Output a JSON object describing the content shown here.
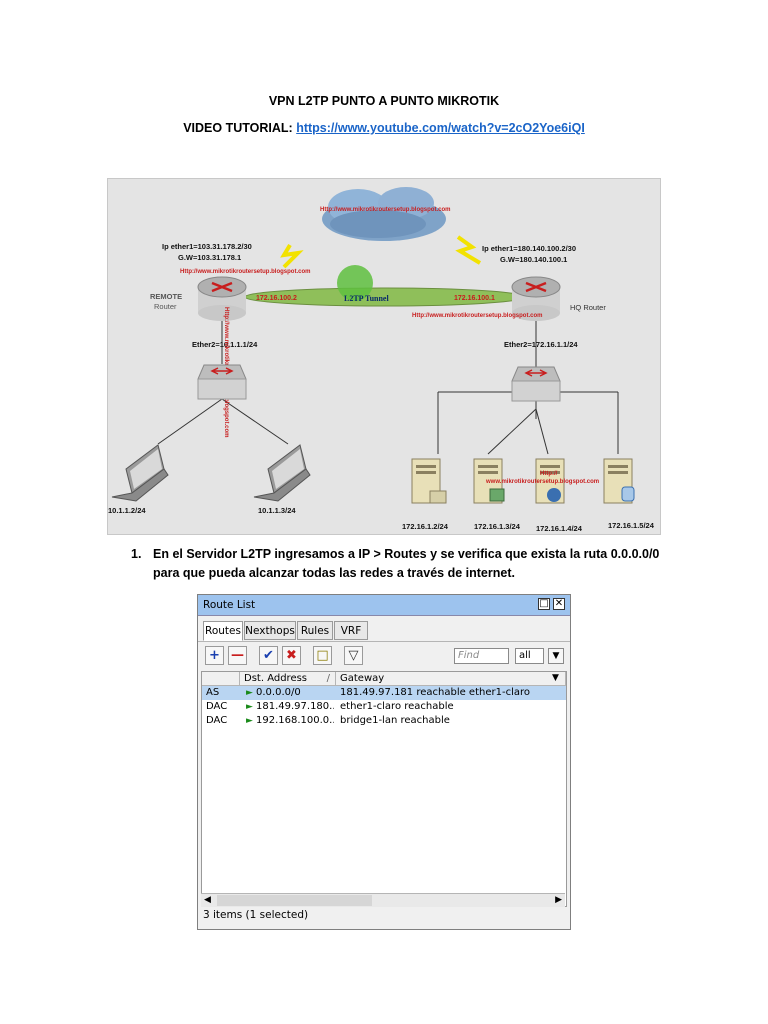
{
  "doc": {
    "title": "VPN L2TP PUNTO A PUNTO MIKROTIK",
    "video_label": "VIDEO TUTORIAL:",
    "video_link": "https://www.youtube.com/watch?v=2cO2Yoe6iQI",
    "step_number": "1.",
    "step_text": "En el Servidor L2TP ingresamos a IP > Routes y se verifica que exista la ruta 0.0.0.0/0 para que pueda alcanzar todas las redes a través de internet."
  },
  "diagram": {
    "blog_url": "Http://www.mikrotikroutersetup.blogspot.com",
    "blog_url_left": "Http://www.mikrotikroutersetup.blogspot.com",
    "blog_url_right": "Http://www.mikrotikroutersetup.blogspot.com",
    "blog_url_vertical": "Http://www.mikrotikroutersetup.blogspot.com",
    "remote_ip": "Ip ether1=103.31.178.2/30",
    "remote_gw": "G.W=103.31.178.1",
    "hq_ip": "Ip ether1=180.140.100.2/30",
    "hq_gw": "G.W=180.140.100.1",
    "remote_label_1": "REMOTE",
    "remote_label_2": "Router",
    "hq_label": "HQ Router",
    "tunnel_label": "L2TP Tunnel",
    "tunnel_left_ip": "172.16.100.2",
    "tunnel_right_ip": "172.16.100.1",
    "remote_ether2": "Ether2=10.1.1.1/24",
    "hq_ether2": "Ether2=172.16.1.1/24",
    "client1": "10.1.1.2/24",
    "client2": "10.1.1.3/24",
    "server1": "172.16.1.2/24",
    "server2": "172.16.1.3/24",
    "server3": "172.16.1.4/24",
    "server4": "172.16.1.5/24",
    "server3_tag": "Http://",
    "server_blog_url": "www.mikrotikroutersetup.blogspot.com"
  },
  "window": {
    "title": "Route List",
    "tabs": [
      "Routes",
      "Nexthops",
      "Rules",
      "VRF"
    ],
    "find_placeholder": "Find",
    "filter_value": "all",
    "columns": [
      "",
      "Dst. Address",
      "/",
      "Gateway"
    ],
    "rows": [
      {
        "flags": "AS",
        "dst": "0.0.0.0/0",
        "gateway": "181.49.97.181 reachable ether1-claro",
        "selected": true
      },
      {
        "flags": "DAC",
        "dst": "181.49.97.180...",
        "gateway": "ether1-claro reachable",
        "selected": false
      },
      {
        "flags": "DAC",
        "dst": "192.168.100.0...",
        "gateway": "bridge1-lan reachable",
        "selected": false
      }
    ],
    "status": "3 items (1 selected)"
  },
  "icons": [
    "add-icon",
    "remove-icon",
    "enable-check-icon",
    "disable-x-icon",
    "comment-icon",
    "filter-icon",
    "restore-icon",
    "close-icon",
    "dropdown-arrow-icon",
    "scroll-left-icon",
    "scroll-right-icon"
  ]
}
